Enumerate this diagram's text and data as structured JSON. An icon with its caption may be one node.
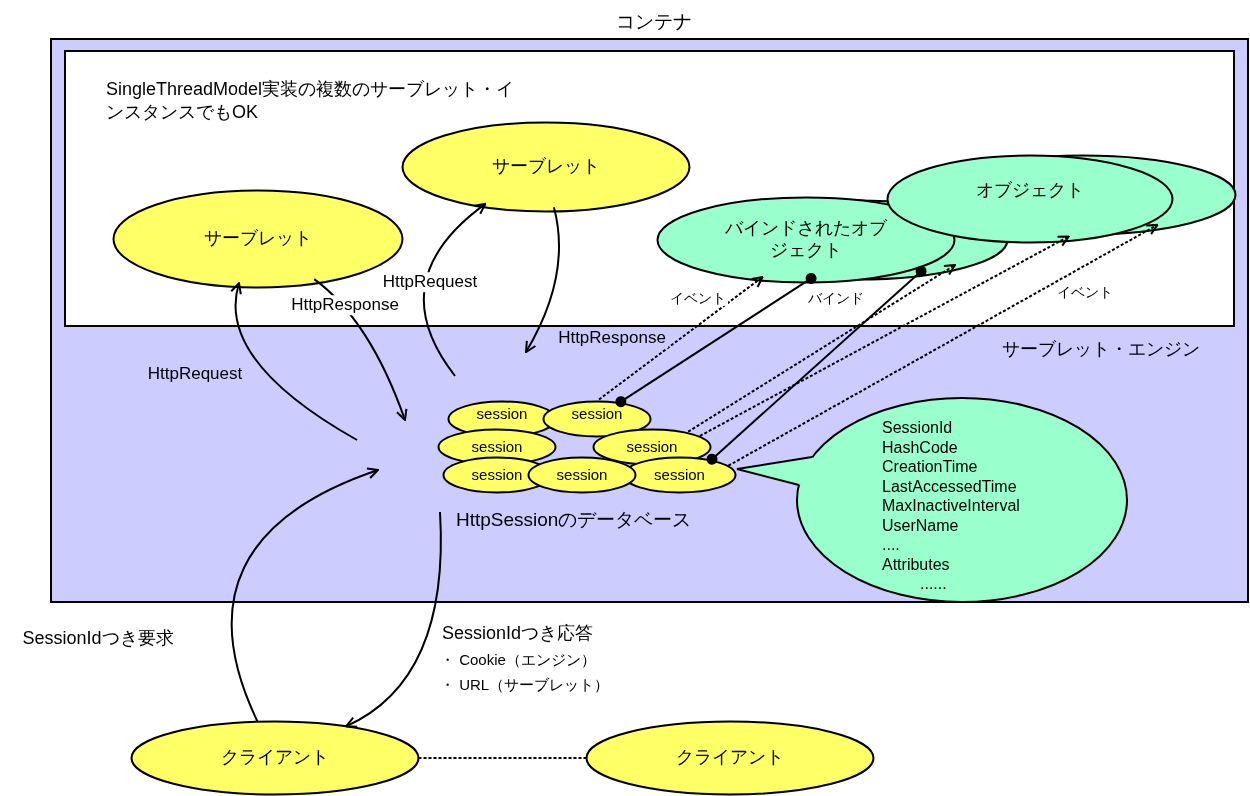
{
  "diagram": {
    "nodes": [
      {
        "text": [
          "コンテナ",
          "サーブレット・エンジン"
        ]
      },
      {
        "text": [
          "SingleThreadModel実装の複数のサーブレット・インスタンスでもOK"
        ],
        "in": 0
      },
      {
        "text": [
          "サーブレット"
        ],
        "in": 1
      },
      {
        "text": [
          "サーブレット"
        ],
        "in": 1
      },
      {
        "text": [
          "バインドされたオブジェクト"
        ],
        "in": 1
      },
      {
        "text": [
          "オブジェクト"
        ],
        "in": 1
      },
      {
        "text": [
          "session"
        ],
        "in": 0
      },
      {
        "text": [
          "session"
        ],
        "in": 0
      },
      {
        "text": [
          "session"
        ],
        "in": 0
      },
      {
        "text": [
          "session"
        ],
        "in": 0
      },
      {
        "text": [
          "session"
        ],
        "in": 0
      },
      {
        "text": [
          "session"
        ],
        "in": 0
      },
      {
        "text": [
          "session"
        ],
        "in": 0
      },
      {
        "text": [
          "SessionId",
          "HashCode",
          "CreationTime",
          "LastAccessedTime",
          "MaxInactiveInterval",
          "UserName",
          "....",
          "Attributes",
          "......"
        ],
        "in": 0
      },
      {
        "text": [
          "クライアント"
        ]
      },
      {
        "text": [
          "クライアント"
        ]
      }
    ],
    "edges": [
      {
        "from": null,
        "to": 2,
        "arrow": "to",
        "label": "HttpRequest"
      },
      {
        "from": 2,
        "to": null,
        "arrow": "to",
        "label": "HttpResponse"
      },
      {
        "from": null,
        "to": 3,
        "arrow": "to",
        "label": "HttpRequest"
      },
      {
        "from": 3,
        "to": null,
        "arrow": "to",
        "label": "HttpResponse"
      },
      {
        "from": 7,
        "to": 4,
        "arrow": "to",
        "style": "dashed",
        "label": "イベント"
      },
      {
        "from": 7,
        "to": 4,
        "arrow": "other"
      },
      {
        "from": 12,
        "to": 4,
        "arrow": "other",
        "label": "バインド"
      },
      {
        "from": 9,
        "to": 4,
        "arrow": "to",
        "style": "dashed"
      },
      {
        "from": 9,
        "to": 5,
        "arrow": "to",
        "style": "dashed"
      },
      {
        "from": 12,
        "to": 5,
        "arrow": "to",
        "style": "dashed",
        "label": "イベント"
      },
      {
        "from": 14,
        "to": null,
        "arrow": "to",
        "label": "SessionIdつき要求"
      },
      {
        "from": null,
        "to": 14,
        "arrow": "to",
        "label": "SessionIdつき応答"
      },
      {
        "from": 14,
        "to": 15,
        "arrow": "none",
        "style": "dashed"
      }
    ],
    "labels": [
      "HttpSessionのデータベース",
      "・ Cookie（エンジン）",
      "・ URL（サーブレット）"
    ]
  }
}
